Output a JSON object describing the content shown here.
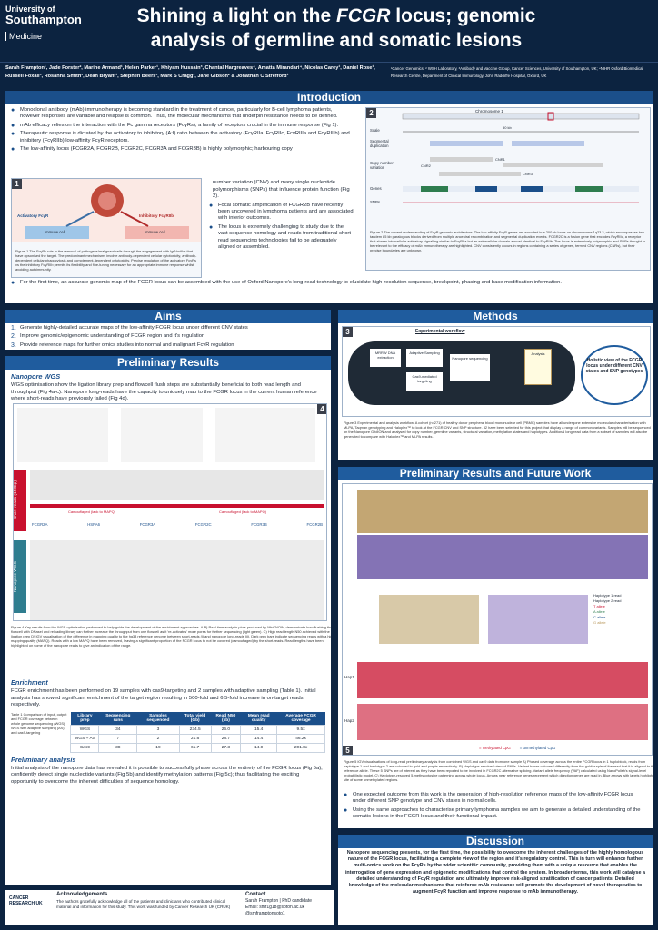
{
  "header": {
    "uni_line1": "University of",
    "uni_line2": "Southampton",
    "faculty": "Medicine",
    "title_part1": "Shining a light on the ",
    "title_em": "FCGR",
    "title_part2": " locus; genomic analysis of germline and somatic lesions"
  },
  "authors": "Sarah Frampton¹, Jade Forster², Marine Armand¹, Helen Parker¹, Khiyam Hussain³, Chantal Hargreaves⁴, Amatta Mirandari⁴, Nicolas Carey¹, Daniel Rose¹, Russell Foxall³, Rosanna Smith³, Dean Bryant¹, Stephen Beers³, Mark S Cragg³, Jane Gibson² & Jonathan C Strefford¹",
  "affiliations": "¹Cancer Genomics, ² WSH Laboratory, ³Antibody and Vaccine Group, Cancer Sciences, University of Southampton, UK; ⁴NIHR Oxford Biomedical Research Centre, Department of Clinical Immunology, John Radcliffe Hospital, Oxford, UK",
  "intro": {
    "heading": "Introduction",
    "b1": "Monoclonal antibody (mAb) immunotherapy is becoming standard in the treatment of cancer, particularly for B-cell lymphoma patients, however responses are variable and relapse is common. Thus, the molecular mechanisms that underpin resistance needs to be defined.",
    "b2": "mAb efficacy relies on the interaction with the Fc gamma receptors (FcγRs), a family of receptors crucial in the immune response (Fig 1).",
    "b3": "Therapeutic response is dictated by the activatory to inhibitory (A:I) ratio between the activatory (FcγRIIa, FcγRIIc, FcγRIIIa and FcγRIIIb) and inhibitory (FcγRIIb) low-affinity FcγR receptors.",
    "b4": "The low-affinity locus (FCGR2A, FCGR2B, FCGR2C, FCGR3A and FCGR3B) is highly polymorphic; harbouring copy",
    "b4cont": "number variation (CNV) and many single nucleotide polymorphisms (SNPs) that influence protein function (Fig 2).",
    "b5": "Focal somatic amplification of FCGR2B have recently been uncovered in lymphoma patients and are associated with inferior outcomes.",
    "b6": "The locus is extremely challenging to study due to the vast sequence homology and reads from traditional short-read sequencing technologies fail to be adequately aligned or assembled.",
    "b7": "For the first time, an accurate genomic map of the FCGR locus can be assembled with the use of Oxford Nanopore's long-read technology to elucidate high-resolution sequence, breakpoint, phasing and base modification information.",
    "fig1_cap": "Figure 1 The FcγRs role in the removal of pathogens/malignant cells through the engagement with IgG/mAbs that have opsonised the target. The predominant mechanisms involve antibody-dependent cellular cytotoxicity, antibody-dependent cellular phagocytosis and complement-dependent cytotoxicity. Precise regulation of the activatory FcγRs vs the inhibitory FcγRIIb permits its flexibility and fine-tuning necessary for an appropriate immune response whilst avoiding autoimmunity.",
    "fig2_cap": "Figure 2 The current understanding of FcγR genomic architecture. The low-affinity FcγR genes are encoded in a 200 kb locus on chromosome 1q23.3, which encompasses two tandem 85 kb paralogous blocks derived from multiple ancestral recombination and segmental duplication events. FCGR2C is a fusion gene that encodes FcγRIIc, a receptor that shares intracellular activatory signalling similar to FcγRIIa but an extracellular domain almost identical to FcγRIIb. The locus is extensively polymorphic and SNPs thought to be relevant to the efficacy of mAb immunotherapy are highlighted. CNV consistently occurs in regions containing a series of genes, termed CNV regions (CNRs), but their precise boundaries are unknown.",
    "fig1_labels": [
      "Activatory FcγR",
      "Inhibitory FcγRIIb",
      "Immune cell",
      "Immune cell"
    ],
    "fig2_labels": [
      "Chromosome 1",
      "Scale",
      "Segmental duplication",
      "Copy number variation",
      "Genes",
      "SNPs",
      "CNR1",
      "CNR2",
      "CNR3",
      "50 kb"
    ]
  },
  "aims": {
    "heading": "Aims",
    "items": [
      "Generate highly-detailed accurate maps of the low-affinity FCGR locus under different CNV states",
      "Improve genomic/epigenomic understanding of FCGR region and it's regulation",
      "Provide reference maps for further omics studies into normal and malignant FcγR regulation"
    ]
  },
  "methods": {
    "heading": "Methods",
    "wf_title": "Experimental workflow",
    "boxes": [
      "MRRW DNA extraction",
      "Adaptive Sampling",
      "Cas9-mediated targeting",
      "Nanopore sequencing",
      "Analysis"
    ],
    "holistic": "Holistic view of the FCGR locus under different CNV states and SNP genotypes",
    "cap": "Figure 3 Experimental and analysis workflow. A cohort (n=271) of healthy donor peripheral blood mononuclear cell (PBMC) samples have all undergone extensive molecular characterisation with MLPA, Taqman genotyping and Haloplex™ to look at the FCGR CNV and SNP structure. 32 have been selected for this project that display a range of common variants. Samples will be sequenced on the Nanopore GridION and analysed for copy number, germline variants, structural variation, methylation states and haplotypes. Additional long-read data from a subset of samples will also be generated to compare with Haloplex™ and MLPA results."
  },
  "prelim": {
    "heading": "Preliminary Results",
    "sub1": "Nanopore WGS",
    "p1": "WGS optimisation show the ligation library prep and flowcell flush steps are substantially beneficial to both read length and throughput (Fig 4a-c). Nanopore long-reads have the capacity to uniquely map to the FCGR locus in the current human reference where short-reads have previously failed (Fig 4d).",
    "fig4_cap": "Figure 4 Key results from the WGS optimisation performed to help guide the development of the enrichment approaches. A-B) Real-time analysis plots produced by MinKNOW, demonstrate how flushing the flowcell with DNaseI and reloading library can further increase the throughput from one flowcell as it 're-activates' more pores for further sequencing (light green). C) High read length N50 achieved with the ligation prep D) IGV visualisation of the difference in mapping quality to the hg38 reference genome between short-reads (i) and nanopore long-reads (ii). Dark grey bars indicate sequencing reads with a high mapping quality (MAPQ). Reads with a low MAPQ have been removed, leaving a significant proportion of the FCGR locus to not be covered (camouflaged) by the short-reads. Read lengths have been highlighted on some of the nanopore reads to give an indication of the range.",
    "fig4_labels": [
      "Short-reads (150bp)",
      "Nanopore WGS",
      "Camouflaged (lack to MAPQ)",
      "Camouflaged (lack to MAPQ)",
      "FCGR2A",
      "HSPA6",
      "FCGR3A",
      "FCGR2C",
      "FCGR3B",
      "FCGR2B"
    ],
    "sub2": "Enrichment",
    "p2": "FCGR enrichment has been performed on 19 samples with cas9-targeting and 2 samples with adaptive sampling (Table 1). Initial analysis has showed significant enrichment of the target region resulting in 500-fold and 6.5-fold increase in on-target reads respectively.",
    "table_cap": "Table 1 Comparison of input, output and FCGR coverage between whole genome sequencing (WGS), WGS with adaptive sampling (AS) and cas9-targeting",
    "table_head": [
      "Library prep",
      "Sequencing runs",
      "Samples sequenced",
      "Total yield (Gb)",
      "Read N50 (kb)",
      "Mean read quality",
      "Average FCGR coverage"
    ],
    "table_rows": [
      [
        "WGS",
        "34",
        "3",
        "234.5",
        "26.0",
        "15.4",
        "9.5x"
      ],
      [
        "WGS + AS",
        "7",
        "2",
        "21.6",
        "28.7",
        "14.4",
        "46.2x"
      ],
      [
        "Cas9",
        "38",
        "19",
        "61.7",
        "27.3",
        "14.9",
        "201.8x"
      ]
    ],
    "sub3": "Preliminary analysis",
    "p3": "Initial analysis of the nanopore data has revealed it is possible to successfully phase across the entirety of the FCGR locus (Fig 5a), confidently detect single nucleotide variants (Fig 5b) and identify methylation patterns (Fig 5c); thus facilitating the exciting opportunity to overcome the inherent difficulties of sequence homology."
  },
  "future": {
    "heading": "Preliminary Results and Future Work",
    "legend": [
      "Haplotype 1 read",
      "Haplotype 2 read",
      "T allele",
      "A allele",
      "C allele",
      "G allele"
    ],
    "meth_legend": [
      "= methylated CpG",
      "= unmethylated CpG"
    ],
    "hap_labels": [
      "Hap1",
      "Hap2"
    ],
    "fig5_cap": "Figure 5 IGV visualisations of long-read preliminary analysis from combined WGS and cas9 data from one sample A) Phased coverage across the entire FCGR locus in 1 haploblock, reads from haplotype 1 and haplotype 2 are coloured in gold and purple respectively. B) Haplotype-resolved view of SNPs. Variant bases coloured differently from the gold/purple of the read that it is aligned to the reference allele. These 5 SNPs are of interest as they have been reported to be involved in FCGR2C alternative splicing. Variant allele frequency (VAF) calculated using NanoPolish's signal-level probabilistic model. C) Haplotype-resolved 5-methylcytosine patterning across whole locus. Arrows near reference genes represent which direction genes are read in. Blue arrows with labels highlight site of some unmethylated regions.",
    "b1": "One expected outcome from this work is the generation of high-resolution reference maps of the low-affinity FCGR locus under different SNP genotype and CNV states in normal cells.",
    "b2": "Using the same approaches to characterise primary lymphoma samples we aim to generate a detailed understanding of the somatic lesions in the FCGR locus and their functional impact."
  },
  "discussion": {
    "heading": "Discussion",
    "text": "Nanopore sequencing presents, for the first time, the possibility to overcome the inherent challenges of the highly homologous nature of the FCGR locus, facilitating a complete view of the region and it's regulatory control. This in turn will enhance further multi-omics work on the FcγRs by the wider scientific community, providing them with a unique resource that enables the interrogation of gene expression and epigenetic modifications that control the system. In broader terms, this work will catalyse a detailed understanding of FcγR regulation and ultimately improve risk-aligned stratification of cancer patients. Detailed knowledge of the molecular mechanisms that reinforce mAb resistance will promote the development of novel therapeutics to augment FcγR function and improve response to mAb immunotherapy."
  },
  "ack": {
    "crc": "CANCER RESEARCH UK",
    "heading": "Acknowledgements",
    "text": "The authors gratefully acknowledge all of the patients and clinicians who contributed clinical material and information for this study. This work was funded by Cancer Research UK (CRUK)",
    "contact_head": "Contact",
    "contact_name": "Sarah Frampton | PhD candidate",
    "email": "Email: smf1g18@soton.ac.uk",
    "twitter": "@smframptonsoto1"
  },
  "colors": {
    "navy": "#0c2340",
    "blue": "#1b4f8a",
    "gold": "#b8975a",
    "purple": "#6f5aa8",
    "red": "#c8102e"
  }
}
